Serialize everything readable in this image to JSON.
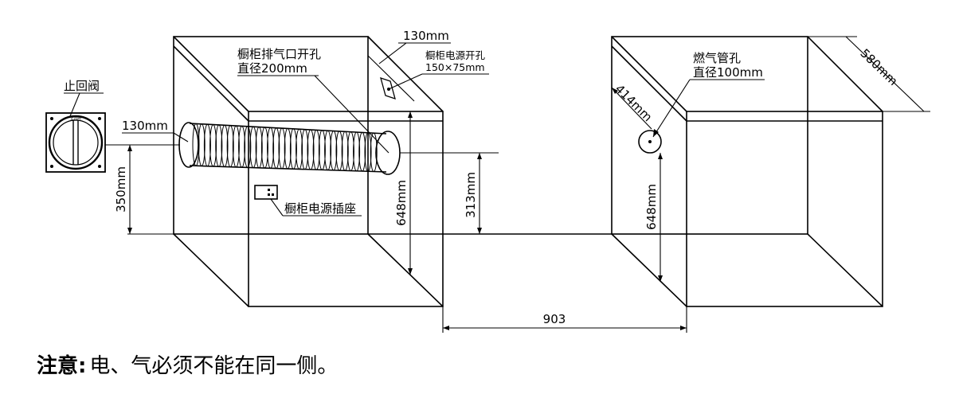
{
  "labels": {
    "check_valve": "止回阀",
    "valve_face": "止回阀",
    "valve_dim": "130mm",
    "exhaust_hole_line1": "橱柜排气口开孔",
    "exhaust_hole_line2": "直径200mm",
    "top_dim": "130mm",
    "power_hole_line1": "橱柜电源开孔",
    "power_hole_line2": "150×75mm",
    "socket": "橱柜电源插座",
    "gas_hole_line1": "燃气管孔",
    "gas_hole_line2": "直径100mm"
  },
  "dimensions": {
    "height_350": "350mm",
    "height_648_left": "648mm",
    "height_313": "313mm",
    "height_648_right": "648mm",
    "depth_414": "414mm",
    "depth_580": "580mm",
    "gap_903": "903"
  },
  "note": {
    "title": "注意:",
    "body": "电、气必须不能在同一侧。"
  }
}
